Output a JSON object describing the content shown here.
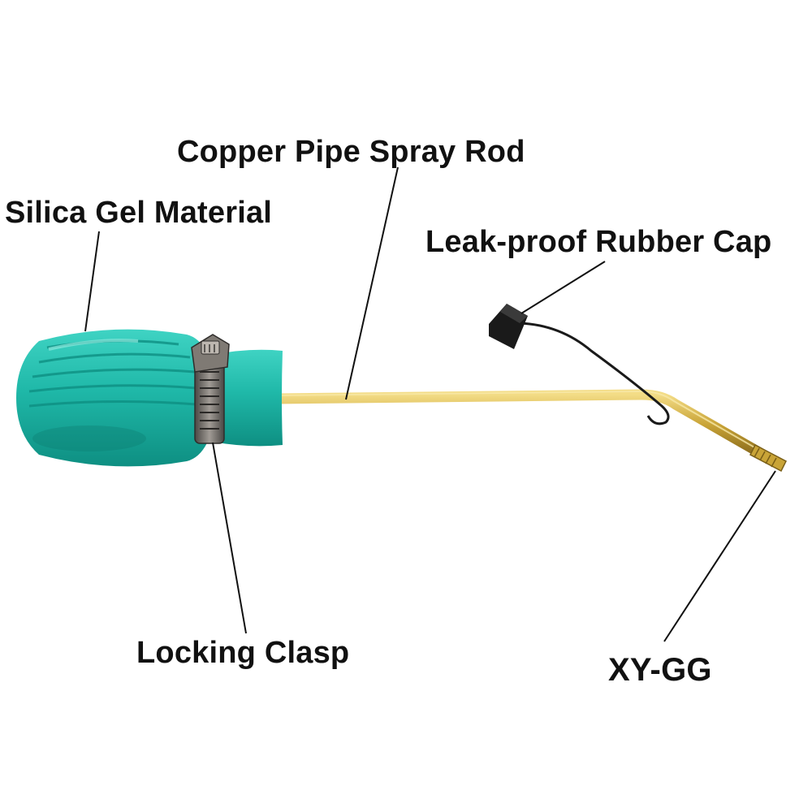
{
  "labels": {
    "spray_rod": "Copper Pipe Spray Rod",
    "handle_material": "Silica Gel Material",
    "rubber_cap": "Leak-proof Rubber Cap",
    "clasp": "Locking Clasp",
    "model": "XY-GG"
  },
  "colors": {
    "bulb_teal": "#1fb8a8",
    "brass_rod": "#c9a437",
    "clamp_metal": "#6e6a66",
    "rubber_cap": "#1a1a1a",
    "text": "#111111"
  }
}
